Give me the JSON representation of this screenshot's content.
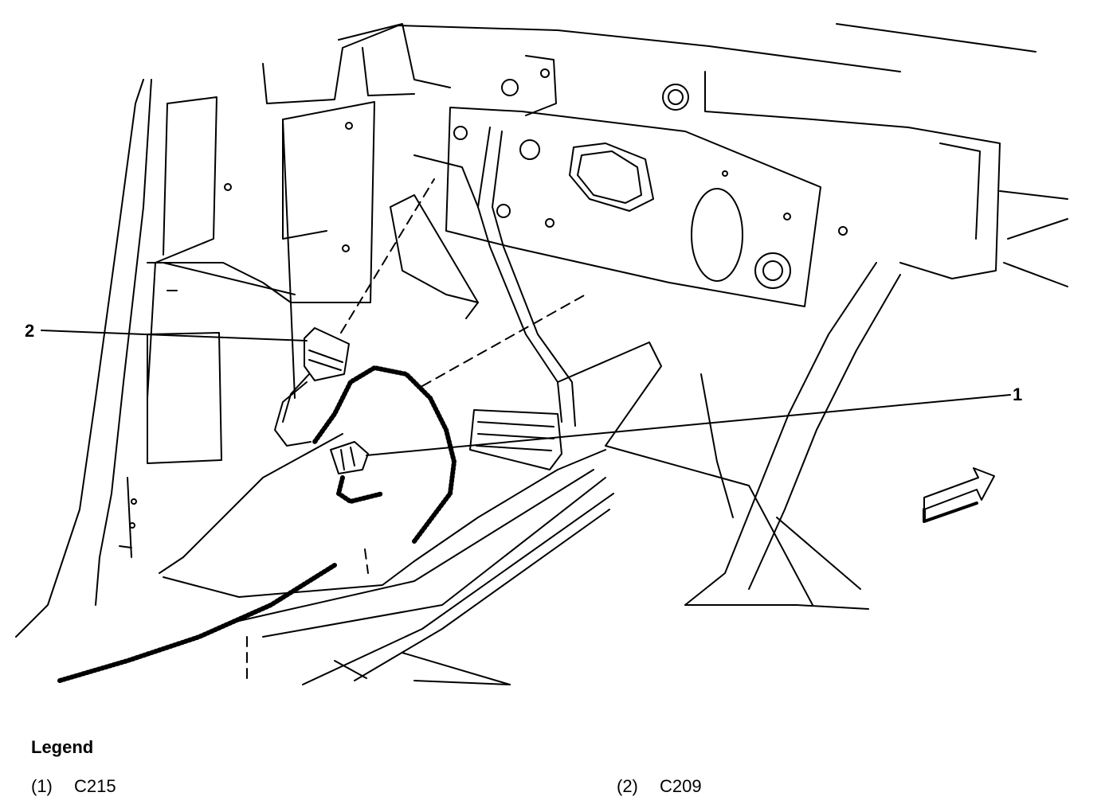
{
  "diagram": {
    "callouts": [
      {
        "id": "1",
        "label": "1"
      },
      {
        "id": "2",
        "label": "2"
      }
    ],
    "direction_arrow": "forward-arrow-icon"
  },
  "legend": {
    "title": "Legend",
    "items": [
      {
        "num": "(1)",
        "label": "C215"
      },
      {
        "num": "(2)",
        "label": "C209"
      }
    ]
  }
}
